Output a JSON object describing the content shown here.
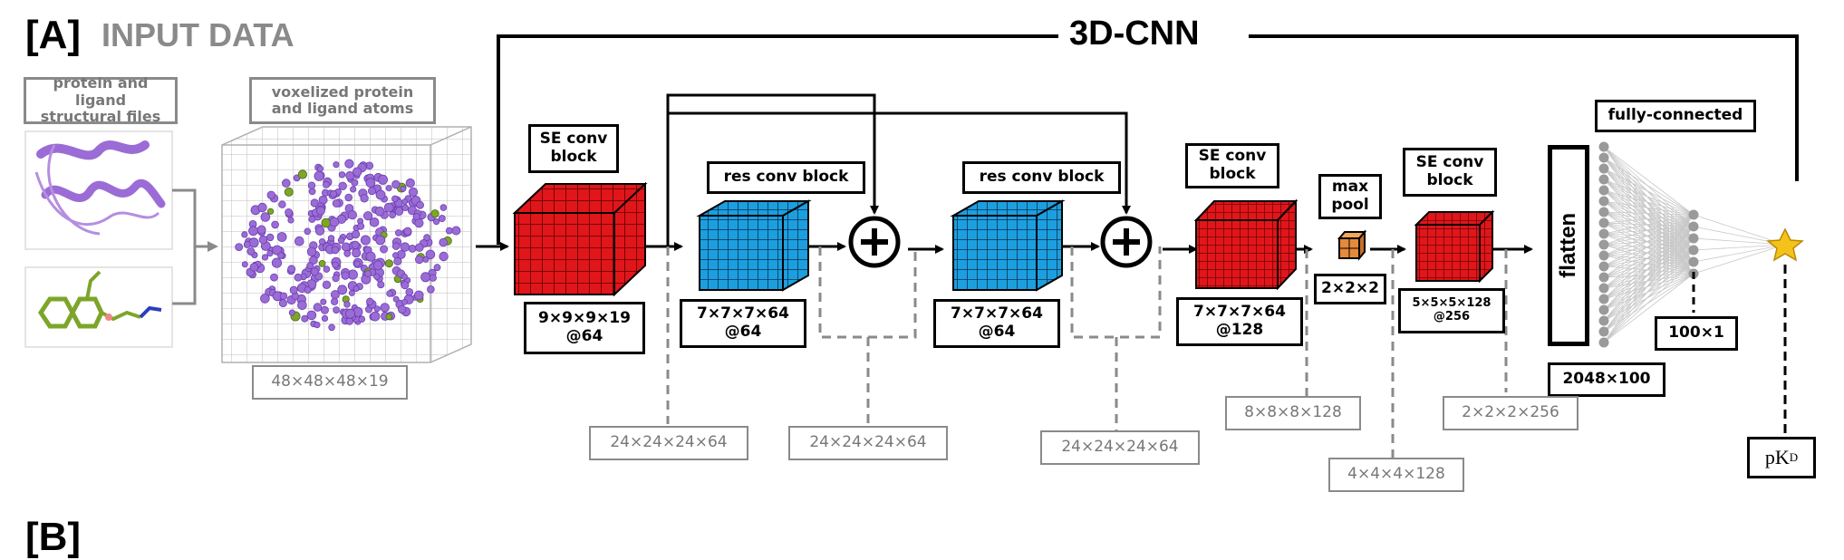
{
  "panel_a": {
    "letter": "[A]",
    "title": "INPUT DATA",
    "input_box_1": "protein and ligand\nstructural files",
    "input_box_2": "voxelized protein\nand ligand atoms",
    "grid_dim": "48×48×48×19",
    "network_title": "3D-CNN"
  },
  "blocks": {
    "se1_title": "SE conv\nblock",
    "se1_dim": "9×9×9×19\n@64",
    "res1_title": "res conv block",
    "res1_dim": "7×7×7×64\n@64",
    "res2_title": "res conv block",
    "res2_dim": "7×7×7×64\n@64",
    "se2_title": "SE conv\nblock",
    "se2_dim": "7×7×7×64\n@128",
    "pool_title": "max\npool",
    "pool_dim": "2×2×2",
    "se3_title": "SE conv\nblock",
    "se3_dim": "5×5×5×128\n@256",
    "flatten": "flatten",
    "flatten_dim": "2048×100",
    "fc_title": "fully-connected",
    "fc_dim": "100×1",
    "output_label": "pK",
    "output_sub": "D"
  },
  "tensor_dims": {
    "t1": "24×24×24×64",
    "t2": "24×24×24×64",
    "t3": "24×24×24×64",
    "t4": "8×8×8×128",
    "t5": "4×4×4×128",
    "t6": "2×2×2×256"
  },
  "panel_b": {
    "letter": "[B]"
  },
  "colors": {
    "se_cube": "#e0161b",
    "res_cube": "#1c9fe0",
    "pool_cube": "#e5893a",
    "protein": "#9b6cd6",
    "ligand": "#7da52a",
    "star": "#f4c21b",
    "grey": "#8a8a8a"
  }
}
